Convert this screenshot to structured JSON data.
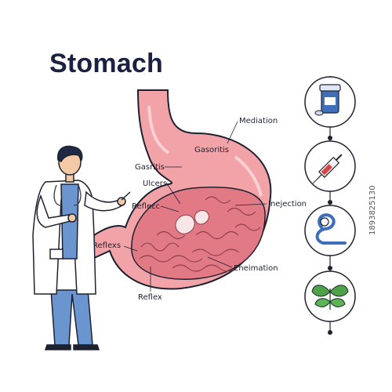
{
  "title": "Stomach",
  "labels": {
    "mediation": "Mediation",
    "gasoritis": "Gasoritis",
    "gasritis": "Gasritis",
    "ulcers": "Ulcers",
    "reflec": "Refleεc",
    "injection": "Inejection",
    "reflexs": "Reflexs",
    "eneimation": "Eneimation",
    "reflex": "Reflex"
  },
  "icons": [
    "medicine-bottle-icon",
    "syringe-icon",
    "endoscope-icon",
    "leaf-icon"
  ],
  "side_id": "1893825130",
  "colors": {
    "stomach_outer": "#f2a3a8",
    "stomach_inner": "#e27a86",
    "outline": "#1e2230",
    "doctor_coat": "#ffffff",
    "scrubs": "#6b95cf",
    "leaf": "#4fa24a"
  }
}
